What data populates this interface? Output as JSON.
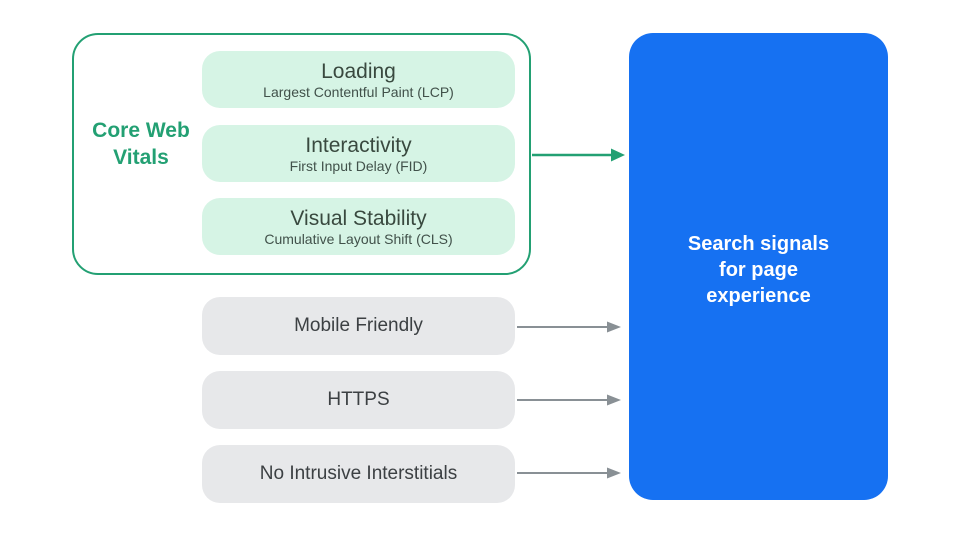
{
  "colors": {
    "teal": "#23a073",
    "teal_fill": "#d6f4e5",
    "blue": "#1671f2",
    "gray_fill": "#e7e8ea",
    "dark_text": "#3c4043",
    "arrow_gray": "#899095",
    "white": "#ffffff"
  },
  "core_web_vitals": {
    "label": "Core Web Vitals",
    "items": [
      {
        "title": "Loading",
        "subtitle": "Largest Contentful Paint (LCP)"
      },
      {
        "title": "Interactivity",
        "subtitle": "First Input Delay (FID)"
      },
      {
        "title": "Visual Stability",
        "subtitle": "Cumulative Layout Shift (CLS)"
      }
    ]
  },
  "other_signals": [
    {
      "label": "Mobile Friendly"
    },
    {
      "label": "HTTPS"
    },
    {
      "label": "No Intrusive Interstitials"
    }
  ],
  "result": {
    "label": "Search signals for page experience"
  }
}
